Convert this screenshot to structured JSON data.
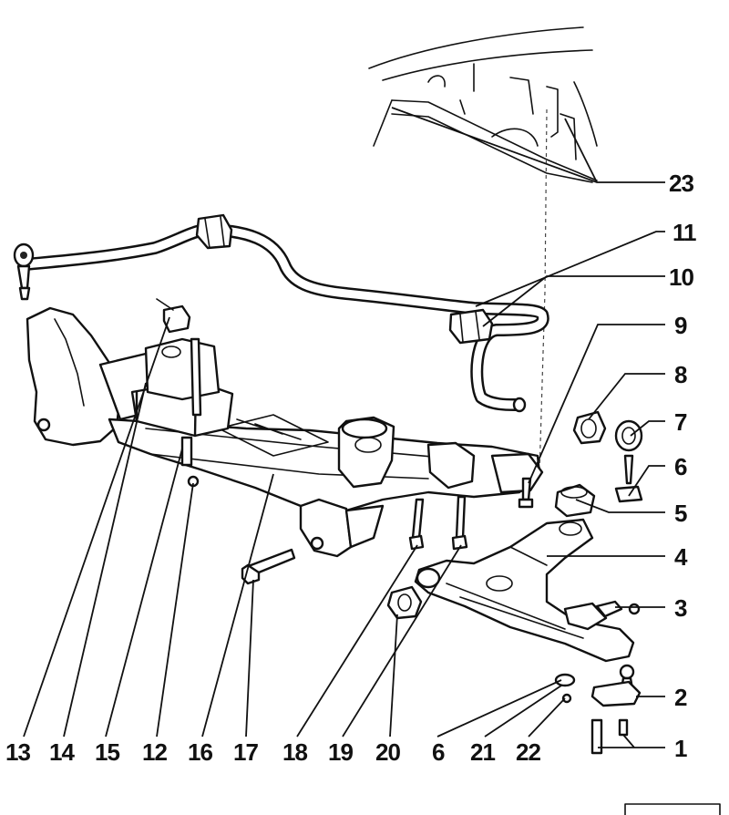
{
  "figure": {
    "callouts_right": [
      {
        "id": "23",
        "label": "23"
      },
      {
        "id": "11",
        "label": "11"
      },
      {
        "id": "10",
        "label": "10"
      },
      {
        "id": "9",
        "label": "9"
      },
      {
        "id": "8",
        "label": "8"
      },
      {
        "id": "7",
        "label": "7"
      },
      {
        "id": "6a",
        "label": "6"
      },
      {
        "id": "5",
        "label": "5"
      },
      {
        "id": "4",
        "label": "4"
      },
      {
        "id": "3",
        "label": "3"
      },
      {
        "id": "2",
        "label": "2"
      },
      {
        "id": "1",
        "label": "1"
      }
    ],
    "callouts_bottom": [
      {
        "id": "13",
        "label": "13"
      },
      {
        "id": "14",
        "label": "14"
      },
      {
        "id": "15",
        "label": "15"
      },
      {
        "id": "12",
        "label": "12"
      },
      {
        "id": "16",
        "label": "16"
      },
      {
        "id": "17",
        "label": "17"
      },
      {
        "id": "18",
        "label": "18"
      },
      {
        "id": "19",
        "label": "19"
      },
      {
        "id": "20",
        "label": "20"
      },
      {
        "id": "6b",
        "label": "6"
      },
      {
        "id": "21",
        "label": "21"
      },
      {
        "id": "22",
        "label": "22"
      }
    ]
  }
}
